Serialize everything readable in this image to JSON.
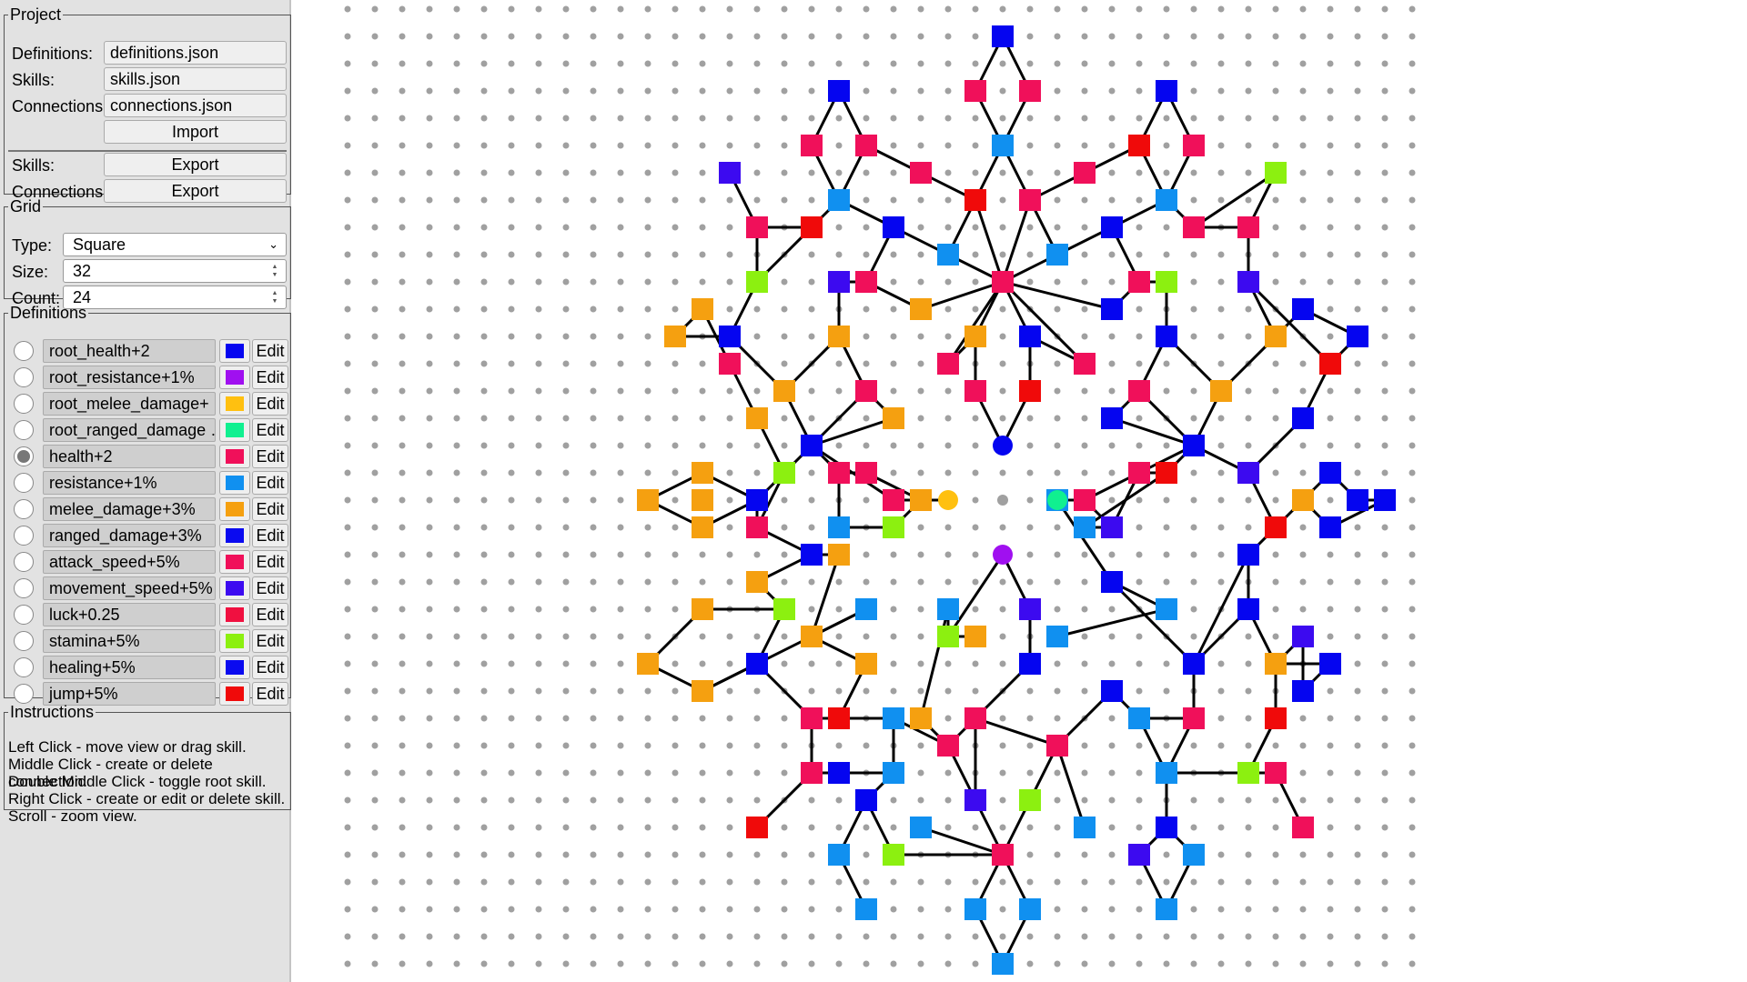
{
  "project": {
    "legend": "Project",
    "definitions_label": "Definitions:",
    "definitions_file": "definitions.json",
    "skills_label": "Skills:",
    "skills_file": "skills.json",
    "connections_label": "Connections:",
    "connections_file": "connections.json",
    "import_label": "Import",
    "export_skills_label": "Skills:",
    "export_connections_label": "Connections:",
    "export_label": "Export"
  },
  "grid": {
    "legend": "Grid",
    "type_label": "Type:",
    "type_value": "Square",
    "size_label": "Size:",
    "size_value": "32",
    "count_label": "Count:",
    "count_value": "24"
  },
  "definitions": {
    "legend": "Definitions",
    "edit_label": "Edit",
    "items": [
      {
        "name": "root_health+2",
        "color": "#0505f0",
        "selected": false
      },
      {
        "name": "root_resistance+1%",
        "color": "#a010f0",
        "selected": false
      },
      {
        "name": "root_melee_damage+ …",
        "color": "#ffc010",
        "selected": false
      },
      {
        "name": "root_ranged_damage …",
        "color": "#10f090",
        "selected": false
      },
      {
        "name": "health+2",
        "color": "#f0105a",
        "selected": true
      },
      {
        "name": "resistance+1%",
        "color": "#1090f0",
        "selected": false
      },
      {
        "name": "melee_damage+3%",
        "color": "#f5a010",
        "selected": false
      },
      {
        "name": "ranged_damage+3%",
        "color": "#0a0af0",
        "selected": false
      },
      {
        "name": "attack_speed+5%",
        "color": "#f0105a",
        "selected": false
      },
      {
        "name": "movement_speed+5%",
        "color": "#3c0af0",
        "selected": false
      },
      {
        "name": "luck+0.25",
        "color": "#f01040",
        "selected": false
      },
      {
        "name": "stamina+5%",
        "color": "#8cf010",
        "selected": false
      },
      {
        "name": "healing+5%",
        "color": "#0a0af0",
        "selected": false
      },
      {
        "name": "jump+5%",
        "color": "#f00a0a",
        "selected": false
      }
    ]
  },
  "instructions": {
    "legend": "Instructions",
    "lines": [
      "Left Click - move view or drag skill.",
      "Middle Click - create or delete connection.",
      "Double Middle Click - toggle root skill.",
      "Right Click - create or edit or delete skill.",
      "Scroll - zoom view."
    ]
  },
  "colors": {
    "H": "#f0105a",
    "R": "#0505f0",
    "U": "#3c0af0",
    "C": "#1090f0",
    "O": "#f5a010",
    "G": "#8cf010",
    "J": "#f00a0a",
    "grid_dot": "#a0a0a0",
    "edge": "#000000"
  }
}
